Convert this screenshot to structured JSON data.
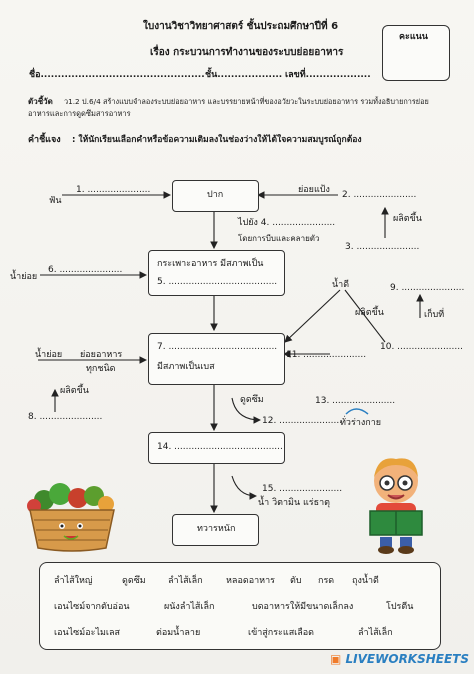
{
  "header": {
    "title": "ใบงานวิชาวิทยาศาสตร์ ชั้นประถมศึกษาปีที่ 6",
    "subtitle": "เรื่อง กระบวนการทำงานของระบบย่อยอาหาร",
    "name_label": "ชื่อ................................................",
    "class_label": "ชั้น...................",
    "number_label": "เลขที่...................",
    "score_label": "คะแนน"
  },
  "indicator": {
    "label": "ตัวชี้วัด",
    "text1": "ว1.2 ป.6/4 สร้างแบบจำลองระบบย่อยอาหาร และบรรยายหน้าที่ของอวัยวะในระบบย่อยอาหาร รวมทั้งอธิบายการย่อย",
    "text2": "อาหารและการดูดซึมสารอาหาร"
  },
  "instruction": {
    "label": "คำชี้แจง",
    "text": ": ให้นักเรียนเลือกคำหรือข้อความเติมลงในช่องว่างให้ได้ใจความสมบูรณ์ถูกต้อง"
  },
  "diagram": {
    "mouth": "ปาก",
    "stomach_line1": "กระเพาะอาหาร มีสภาพเป็น",
    "stomach_line2": "5. ......................................",
    "small_intestine_line1": "7. ......................................",
    "small_intestine_line2": "มีสภาพเป็นเบส",
    "box14": "14. ......................................",
    "anus": "ทวารหนัก",
    "b1": "1. ......................",
    "teeth": "ฟัน",
    "digest_starch": "ย่อยแป้ง",
    "b2": "2. ......................",
    "produce1": "ผลิตขึ้น",
    "b3": "3. ......................",
    "b4": "ไปยัง 4. ......................",
    "by_peristalsis": "โดยการบีบและคลายตัว",
    "b6": "6. ......................",
    "digest_juice1": "น้ำย่อย",
    "bile": "น้ำดี",
    "b9": "9. ......................",
    "produce2": "ผลิตขึ้น",
    "stored": "เก็บที่",
    "b10": "10. .......................",
    "digest_juice2": "น้ำย่อย",
    "digest_food": "ย่อยอาหาร",
    "all_types": "ทุกชนิด",
    "produce3": "ผลิตขึ้น",
    "b8": "8. ......................",
    "b11": "11. ......................",
    "absorb1": "ดูดซึม",
    "b12": "12. ......................",
    "b13": "13. ......................",
    "whole_body": "ทั่วร่างกาย",
    "b15": "15. ......................",
    "water_vitamin": "น้ำ วิตามิน แร่ธาตุ"
  },
  "word_bank": {
    "row1": [
      "ลำไส้ใหญ่",
      "ดูดซึม",
      "ลำไส้เล็ก",
      "หลอดอาหาร",
      "ตับ",
      "กรด",
      "ถุงน้ำดี"
    ],
    "row2": [
      "เอนไซม์จากตับอ่อน",
      "ผนังลำไส้เล็ก",
      "บดอาหารให้มีขนาดเล็กลง",
      "โปรตีน"
    ],
    "row3": [
      "เอนไซม์อะไมเลส",
      "ต่อมน้ำลาย",
      "เข้าสู่กระแสเลือด",
      "ลำไส้เล็ก"
    ]
  },
  "footer": {
    "brand": "LIVEWORKSHEETS"
  }
}
